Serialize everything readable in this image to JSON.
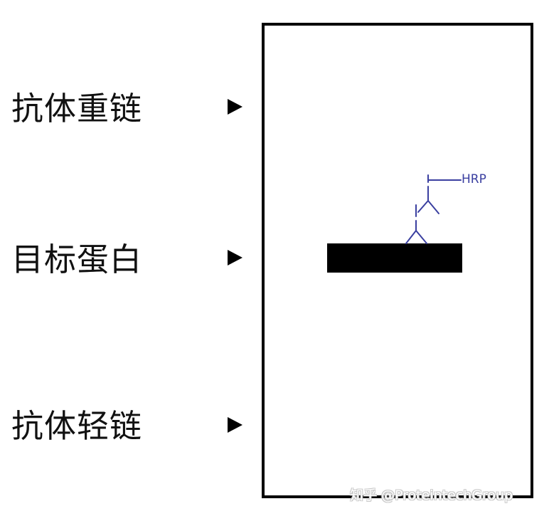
{
  "labels": {
    "heavy_chain": "抗体重链",
    "target_protein": "目标蛋白",
    "light_chain": "抗体轻链"
  },
  "antibody": {
    "conjugate_label": "HRP",
    "color": "#3a3fa0"
  },
  "band_color": "#000000",
  "watermark": "知乎 @ProteintechGroup"
}
